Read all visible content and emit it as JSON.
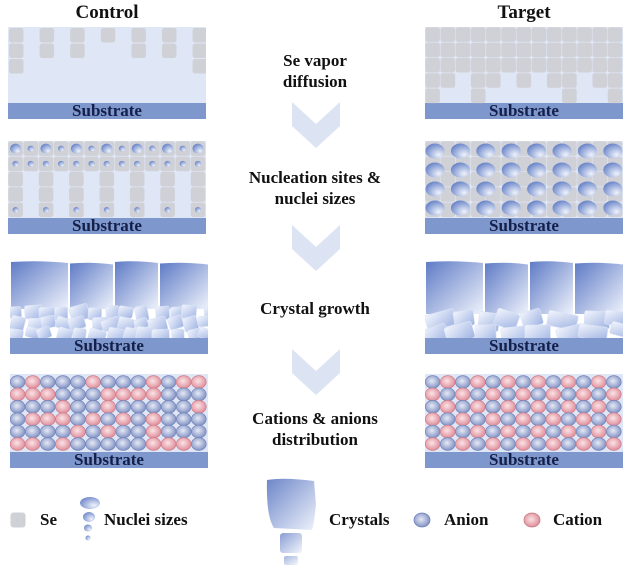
{
  "columns": {
    "control_title": "Control",
    "target_title": "Target"
  },
  "steps": [
    {
      "label_line1": "Se vapor",
      "label_line2": "diffusion"
    },
    {
      "label_line1": "Nucleation sites &",
      "label_line2": "nuclei sizes"
    },
    {
      "label_line1": "Crystal growth",
      "label_line2": ""
    },
    {
      "label_line1": "Cations & anions",
      "label_line2": "distribution"
    }
  ],
  "substrate_label": "Substrate",
  "panels": {
    "se_diffusion": {
      "control_column_heights": [
        3,
        2,
        2,
        1,
        2,
        2,
        3
      ],
      "target_column_heights": [
        5,
        4,
        3,
        5,
        4,
        3,
        4,
        3,
        4,
        5,
        3,
        4,
        5
      ]
    },
    "nucleation": {
      "control_description": "dense small nuclei in top two rows, sparse nuclei at bottom",
      "target_description": "uniform large nuclei in 4 rows x 8 columns"
    },
    "crystal_growth": {
      "control_description": "large columnar crystals on top of thick layer of small grains",
      "target_description": "large columnar crystals on top of thin layer of larger grains"
    },
    "distribution": {
      "legend": "A = anion, C = cation",
      "control_rows": [
        "ACAAACAAACACC",
        "CCCAAACCCCAAA",
        "AAACAACAAAAAC",
        "ACCCACACACAAA",
        "AAAACACAACAAA",
        "CCACAAAAACCCA"
      ],
      "target_rows": [
        "ACACACACACACA",
        "CACACACACACAC",
        "ACACACACACACA",
        "CACACACACACAC",
        "ACACACACACACA",
        "CACACACACACAC"
      ]
    }
  },
  "legend": {
    "se_label": "Se",
    "nuclei_label": "Nuclei sizes",
    "crystals_label": "Crystals",
    "anion_label": "Anion",
    "cation_label": "Cation"
  },
  "colors": {
    "panel_bg": "#dfe6f5",
    "substrate": "#7e97cc",
    "se_block": "#cfd1d6",
    "chevron": "#dce3f2",
    "anion": "#8f9ec9",
    "cation": "#e59aa4",
    "crystal_dark": "#6d86c9",
    "crystal_light": "#eef2fb",
    "label_dark": "#15204a"
  }
}
